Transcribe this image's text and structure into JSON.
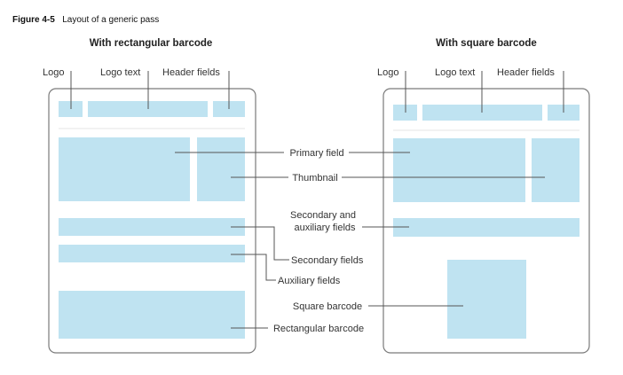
{
  "figure": {
    "number": "Figure 4-5",
    "title": "Layout of a generic pass"
  },
  "left_pass": {
    "heading": "With rectangular barcode",
    "labels": {
      "logo": "Logo",
      "logo_text": "Logo text",
      "header_fields": "Header fields"
    }
  },
  "right_pass": {
    "heading": "With square barcode",
    "labels": {
      "logo": "Logo",
      "logo_text": "Logo text",
      "header_fields": "Header fields"
    }
  },
  "center_labels": {
    "primary_field": "Primary field",
    "thumbnail": "Thumbnail",
    "secondary_auxiliary_line1": "Secondary and",
    "secondary_auxiliary_line2": "auxiliary fields",
    "secondary_fields": "Secondary fields",
    "auxiliary_fields": "Auxiliary fields",
    "square_barcode": "Square barcode",
    "rectangular_barcode": "Rectangular barcode"
  },
  "colors": {
    "field_fill": "#bfe3f1",
    "frame_stroke": "#7a7a7a",
    "leader_line": "#555555"
  }
}
